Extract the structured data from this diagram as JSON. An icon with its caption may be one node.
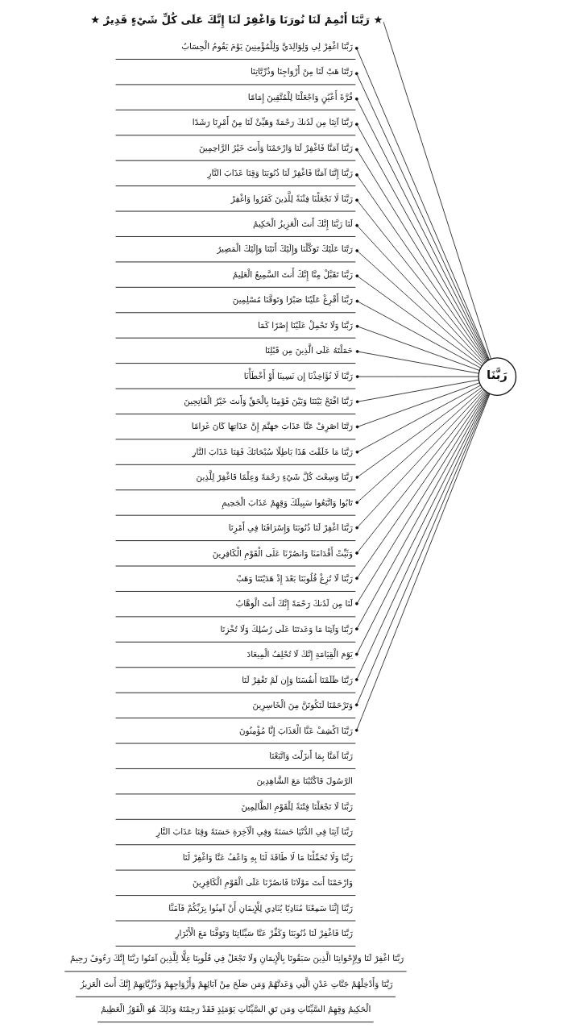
{
  "diagram": {
    "nodes": [
      {
        "text": [
          "★ رَبَّنَا أَتْمِمْ لَنَا نُورَنَا وَاغْفِرْ لَنَا إِنَّكَ عَلَى كُلِّ شَيْءٍ قَدِيرٌ ★"
        ]
      },
      {
        "text": [
          "رَبَّنَا"
        ]
      },
      {
        "text": [
          "رَبَّنَا اغْفِرْ لِي وَلِوَالِدَيَّ وَلِلْمُؤْمِنِينَ يَوْمَ يَقُومُ الْحِسَابُ"
        ]
      },
      {
        "text": [
          "رَبَّنَا هَبْ لَنَا مِنْ أَزْوَاجِنَا وَذُرِّيَّاتِنَا"
        ]
      },
      {
        "text": [
          "قُرَّةَ أَعْيُنٍ وَاجْعَلْنَا لِلْمُتَّقِينَ إِمَامًا"
        ]
      },
      {
        "text": [
          "رَبَّنَا آتِنَا مِن لَدُنكَ رَحْمَةً وَهَيِّئْ لَنَا مِنْ أَمْرِنَا رَشَدًا"
        ]
      },
      {
        "text": [
          "رَبَّنَا آمَنَّا فَاغْفِرْ لَنَا وَارْحَمْنَا وَأَنتَ خَيْرُ الرَّاحِمِينَ"
        ]
      },
      {
        "text": [
          "رَبَّنَا إِنَّنَا آمَنَّا فَاغْفِرْ لَنَا ذُنُوبَنَا وَقِنَا عَذَابَ النَّارِ"
        ]
      },
      {
        "text": [
          "رَبَّنَا لَا تَجْعَلْنَا فِتْنَةً لِلَّذِينَ كَفَرُوا وَاغْفِرْ"
        ]
      },
      {
        "text": [
          "لَنَا رَبَّنَا إِنَّكَ أَنتَ الْعَزِيزُ الْحَكِيمُ"
        ]
      },
      {
        "text": [
          "رَبَّنَا عَلَيْكَ تَوَكَّلْنَا وَإِلَيْكَ أَنَبْنَا وَإِلَيْكَ الْمَصِيرُ"
        ]
      },
      {
        "text": [
          "رَبَّنَا تَقَبَّلْ مِنَّا إِنَّكَ أَنتَ السَّمِيعُ الْعَلِيمُ"
        ]
      },
      {
        "text": [
          "رَبَّنَا أَفْرِغْ عَلَيْنَا صَبْرًا وَتَوَفَّنَا مُسْلِمِينَ"
        ]
      },
      {
        "text": [
          "رَبَّنَا وَلَا تَحْمِلْ عَلَيْنَا إِصْرًا كَمَا"
        ]
      },
      {
        "text": [
          "حَمَلْتَهُ عَلَى الَّذِينَ مِن قَبْلِنَا"
        ]
      },
      {
        "text": [
          "رَبَّنَا لَا تُؤَاخِذْنَا إِن نَسِينَا أَوْ أَخْطَأْنَا"
        ]
      },
      {
        "text": [
          "رَبَّنَا آمَنَّا بِمَا أَنزَلْتَ وَاتَّبَعْنَا"
        ]
      },
      {
        "text": [
          "الرَّسُولَ فَاكْتُبْنَا مَعَ الشَّاهِدِينَ"
        ]
      },
      {
        "text": [
          "رَبَّنَا افْتَحْ بَيْنَنَا وَبَيْنَ قَوْمِنَا بِالْحَقِّ وَأَنتَ خَيْرُ الْفَاتِحِينَ"
        ]
      },
      {
        "text": [
          "رَبَّنَا اصْرِفْ عَنَّا عَذَابَ جَهَنَّمَ إِنَّ عَذَابَهَا كَانَ غَرَامًا"
        ]
      },
      {
        "text": [
          "رَبَّنَا مَا خَلَقْتَ هَذَا بَاطِلًا سُبْحَانَكَ فَقِنَا عَذَابَ النَّارِ"
        ]
      },
      {
        "text": [
          "رَبَّنَا وَسِعْتَ كُلَّ شَيْءٍ رَحْمَةً وَعِلْمًا فَاغْفِرْ لِلَّذِينَ"
        ]
      },
      {
        "text": [
          "تَابُوا وَاتَّبَعُوا سَبِيلَكَ وَقِهِمْ عَذَابَ الْجَحِيمِ"
        ]
      },
      {
        "text": [
          "رَبَّنَا اغْفِرْ لَنَا ذُنُوبَنَا وَإِسْرَافَنَا فِي أَمْرِنَا"
        ]
      },
      {
        "text": [
          "وَثَبِّتْ أَقْدَامَنَا وَانصُرْنَا عَلَى الْقَوْمِ الْكَافِرِينَ"
        ]
      },
      {
        "text": [
          "رَبَّنَا لَا تُزِغْ قُلُوبَنَا بَعْدَ إِذْ هَدَيْتَنَا وَهَبْ"
        ]
      },
      {
        "text": [
          "لَنَا مِن لَدُنكَ رَحْمَةً إِنَّكَ أَنتَ الْوَهَّابُ"
        ]
      },
      {
        "text": [
          "رَبَّنَا وَآتِنَا مَا وَعَدتَنَا عَلَى رُسُلِكَ وَلَا تُخْزِنَا"
        ]
      },
      {
        "text": [
          "يَوْمَ الْقِيَامَةِ إِنَّكَ لَا تُخْلِفُ الْمِيعَادَ"
        ]
      },
      {
        "text": [
          "رَبَّنَا ظَلَمْنَا أَنفُسَنَا وَإِن لَمْ تَغْفِرْ لَنَا"
        ]
      },
      {
        "text": [
          "وَتَرْحَمْنَا لَنَكُونَنَّ مِنَ الْخَاسِرِينَ"
        ]
      },
      {
        "text": [
          "رَبَّنَا اكْشِفْ عَنَّا الْعَذَابَ إِنَّا مُؤْمِنُونَ"
        ]
      },
      {
        "text": [
          "رَبَّنَا لَا تَجْعَلْنَا فِتْنَةً لِلْقَوْمِ الظَّالِمِينَ"
        ]
      },
      {
        "text": [
          "رَبَّنَا آتِنَا فِي الدُّنْيَا حَسَنَةً وَفِي الْآخِرَةِ حَسَنَةً وَقِنَا عَذَابَ النَّارِ"
        ]
      },
      {
        "text": [
          "رَبَّنَا وَلَا تُحَمِّلْنَا مَا لَا طَاقَةَ لَنَا بِهِ وَاعْفُ عَنَّا وَاغْفِرْ لَنَا"
        ]
      },
      {
        "text": [
          "وَارْحَمْنَا أَنتَ مَوْلَانَا فَانصُرْنَا عَلَى الْقَوْمِ الْكَافِرِينَ"
        ]
      },
      {
        "text": [
          "رَبَّنَا إِنَّنَا سَمِعْنَا مُنَادِيًا يُنَادِي لِلْإِيمَانِ أَنْ آمِنُوا بِرَبِّكُمْ فَآمَنَّا"
        ]
      },
      {
        "text": [
          "رَبَّنَا فَاغْفِرْ لَنَا ذُنُوبَنَا وَكَفِّرْ عَنَّا سَيِّئَاتِنَا وَتَوَفَّنَا مَعَ الْأَبْرَارِ"
        ]
      },
      {
        "text": [
          "رَبَّنَا اغْفِرْ لَنَا وَلِإِخْوَانِنَا الَّذِينَ سَبَقُونَا بِالْإِيمَانِ وَلَا تَجْعَلْ فِي قُلُوبِنَا غِلًّا لِلَّذِينَ آمَنُوا رَبَّنَا إِنَّكَ رَءُوفٌ رَحِيمٌ"
        ]
      },
      {
        "text": [
          "رَبَّنَا وَأَدْخِلْهُمْ جَنَّاتِ عَدْنٍ الَّتِي وَعَدتَّهُمْ وَمَن صَلَحَ مِنْ آبَائِهِمْ وَأَزْوَاجِهِمْ وَذُرِّيَّاتِهِمْ إِنَّكَ أَنتَ الْعَزِيزُ"
        ]
      },
      {
        "text": [
          "الْحَكِيمُ وَقِهِمُ السَّيِّئَاتِ وَمَن تَقِ السَّيِّئَاتِ يَوْمَئِذٍ فَقَدْ رَحِمْتَهُ وَذَلِكَ هُوَ الْفَوْزُ الْعَظِيمُ"
        ]
      }
    ],
    "edges": [
      {
        "from": 1,
        "to": 0,
        "arrow": "none"
      },
      {
        "from": 1,
        "to": 2,
        "arrow": "other"
      },
      {
        "from": 1,
        "to": 3,
        "arrow": "other"
      },
      {
        "from": 1,
        "to": 4,
        "arrow": "other"
      },
      {
        "from": 1,
        "to": 5,
        "arrow": "other"
      },
      {
        "from": 1,
        "to": 6,
        "arrow": "other"
      },
      {
        "from": 1,
        "to": 7,
        "arrow": "other"
      },
      {
        "from": 1,
        "to": 8,
        "arrow": "other"
      },
      {
        "from": 1,
        "to": 9,
        "arrow": "other"
      },
      {
        "from": 1,
        "to": 10,
        "arrow": "other"
      },
      {
        "from": 1,
        "to": 11,
        "arrow": "other"
      },
      {
        "from": 1,
        "to": 12,
        "arrow": "other"
      },
      {
        "from": 1,
        "to": 13,
        "arrow": "other"
      },
      {
        "from": 1,
        "to": 14,
        "arrow": "other"
      },
      {
        "from": 1,
        "to": 15,
        "arrow": "other"
      },
      {
        "from": 1,
        "to": 18,
        "arrow": "other"
      },
      {
        "from": 1,
        "to": 19,
        "arrow": "other"
      },
      {
        "from": 1,
        "to": 20,
        "arrow": "other"
      },
      {
        "from": 1,
        "to": 21,
        "arrow": "other"
      },
      {
        "from": 1,
        "to": 22,
        "arrow": "other"
      },
      {
        "from": 1,
        "to": 23,
        "arrow": "other"
      },
      {
        "from": 1,
        "to": 24,
        "arrow": "other"
      },
      {
        "from": 1,
        "to": 25,
        "arrow": "other"
      },
      {
        "from": 1,
        "to": 26,
        "arrow": "other"
      },
      {
        "from": 1,
        "to": 27,
        "arrow": "other"
      },
      {
        "from": 1,
        "to": 28,
        "arrow": "other"
      },
      {
        "from": 1,
        "to": 29,
        "arrow": "other"
      },
      {
        "from": 1,
        "to": 30,
        "arrow": "other"
      },
      {
        "from": 1,
        "to": 31,
        "arrow": "other"
      }
    ]
  }
}
